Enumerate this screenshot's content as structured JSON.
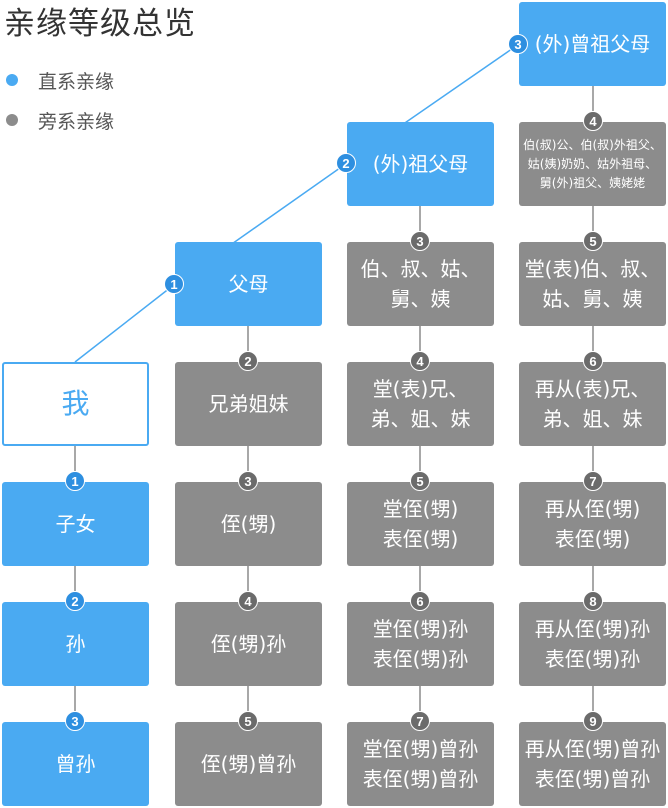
{
  "title": "亲缘等级总览",
  "legend": [
    {
      "label": "直系亲缘",
      "color": "#4aaaf2"
    },
    {
      "label": "旁系亲缘",
      "color": "#8c8c8c"
    }
  ],
  "colors": {
    "direct": "#4aaaf2",
    "direct_badge": "#2e8fe0",
    "collateral": "#8c8c8c",
    "collateral_badge": "#6b6b6b",
    "link": "#4aaaf2"
  },
  "nodes": {
    "self": {
      "label": "我"
    },
    "parents": {
      "label": "父母",
      "badge": "1"
    },
    "grandparents": {
      "label": "(外)祖父母",
      "badge": "2"
    },
    "great_grandparents": {
      "label": "(外)曾祖父母",
      "badge": "3"
    },
    "children": {
      "label": "子女",
      "badge": "1"
    },
    "grandchildren": {
      "label": "孙",
      "badge": "2"
    },
    "great_grandchildren": {
      "label": "曾孙",
      "badge": "3"
    },
    "siblings": {
      "label": "兄弟姐妹",
      "badge": "2"
    },
    "nephews": {
      "label": "侄(甥)",
      "badge": "3"
    },
    "nephew_grandchildren": {
      "label": "侄(甥)孙",
      "badge": "4"
    },
    "nephew_great_grandchildren": {
      "label": "侄(甥)曾孙",
      "badge": "5"
    },
    "uncles_aunts": {
      "label1": "伯、叔、姑、",
      "label2": "舅、姨",
      "badge": "3"
    },
    "cousins": {
      "label1": "堂(表)兄、",
      "label2": "弟、姐、妹",
      "badge": "4"
    },
    "cousin_children": {
      "label1": "堂侄(甥)",
      "label2": "表侄(甥)",
      "badge": "5"
    },
    "cousin_grandchildren": {
      "label1": "堂侄(甥)孙",
      "label2": "表侄(甥)孙",
      "badge": "6"
    },
    "cousin_great_grandchildren": {
      "label1": "堂侄(甥)曾孙",
      "label2": "表侄(甥)曾孙",
      "badge": "7"
    },
    "grand_uncles": {
      "label1": "伯(叔)公、伯(叔)外祖父、",
      "label2": "姑(姨)奶奶、姑外祖母、",
      "label3": "舅(外)祖父、姨姥姥",
      "badge": "4"
    },
    "parent_cousins": {
      "label1": "堂(表)伯、叔、",
      "label2": "姑、舅、姨",
      "badge": "5"
    },
    "second_cousins": {
      "label1": "再从(表)兄、",
      "label2": "弟、姐、妹",
      "badge": "6"
    },
    "second_cousin_children": {
      "label1": "再从侄(甥)",
      "label2": "表侄(甥)",
      "badge": "7"
    },
    "second_cousin_grandchildren": {
      "label1": "再从侄(甥)孙",
      "label2": "表侄(甥)孙",
      "badge": "8"
    },
    "second_cousin_great_grandchildren": {
      "label1": "再从侄(甥)曾孙",
      "label2": "表侄(甥)曾孙",
      "badge": "9"
    }
  }
}
